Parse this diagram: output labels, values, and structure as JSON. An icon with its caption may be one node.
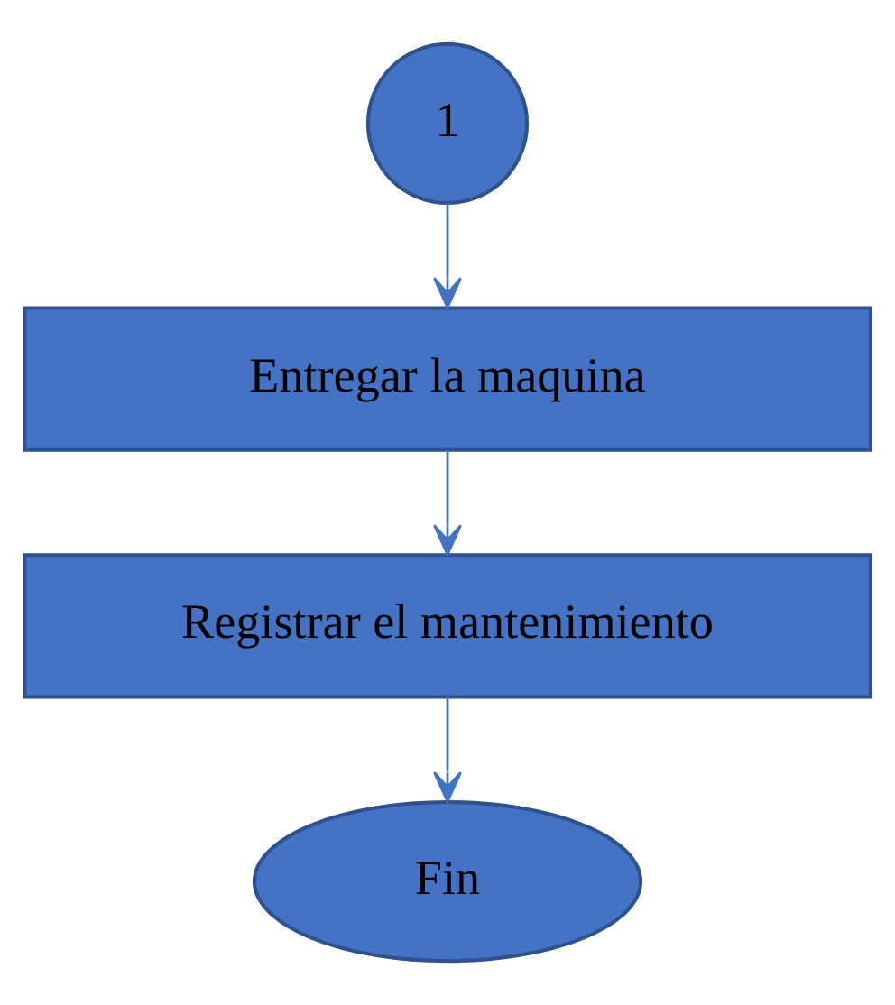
{
  "diagram": {
    "nodes": [
      {
        "text": [
          "1"
        ]
      },
      {
        "text": [
          "Entregar la maquina"
        ]
      },
      {
        "text": [
          "Registrar el mantenimiento"
        ]
      },
      {
        "text": [
          "Fin"
        ]
      }
    ],
    "edges": [
      {
        "from": 0,
        "to": 1,
        "arrow": "to"
      },
      {
        "from": 1,
        "to": 2,
        "arrow": "to"
      },
      {
        "from": 2,
        "to": 3,
        "arrow": "to"
      }
    ]
  }
}
